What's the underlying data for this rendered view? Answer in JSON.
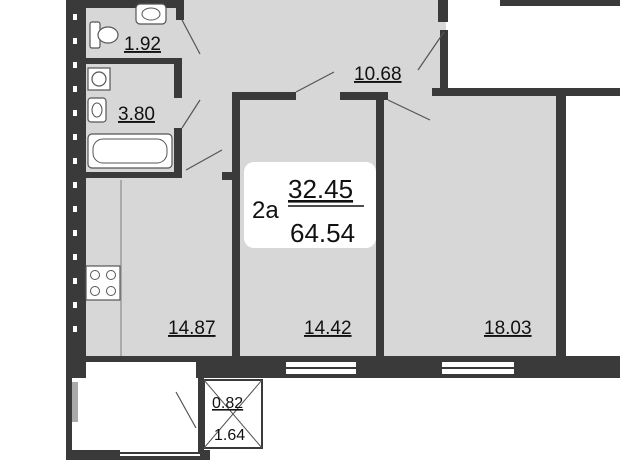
{
  "apartment": {
    "type_label": "2а",
    "living_area": "32.45",
    "total_area": "64.54"
  },
  "rooms": {
    "wc": "1.92",
    "bathroom": "3.80",
    "hallway": "10.68",
    "kitchen": "14.87",
    "bedroom": "14.42",
    "living_room": "18.03",
    "balcony_area": "0.82",
    "balcony_full": "1.64"
  },
  "colors": {
    "wall": "#3a3a3a",
    "floor": "#d7d7d7",
    "window": "#ffffff",
    "badge_bg": "#ffffff"
  }
}
